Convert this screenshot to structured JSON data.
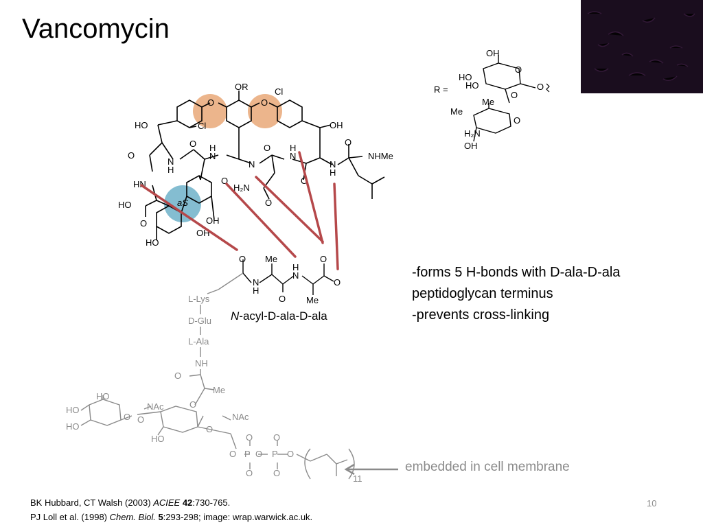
{
  "slide": {
    "title": "Vancomycin",
    "number": "10"
  },
  "bullets": [
    "-forms 5 H-bonds with D-ala-D-ala",
    "peptidoglycan terminus",
    "-prevents cross-linking"
  ],
  "labels": {
    "substrate_italic": "N",
    "substrate_rest": "-acyl-D-ala-D-ala",
    "membrane": "embedded in cell membrane"
  },
  "references": [
    {
      "pre": "BK Hubbard, CT Walsh (2003) ",
      "journal": "ACIEE",
      "bold": " 42",
      "post": ":730-765."
    },
    {
      "pre": "PJ Loll et al. (1998) ",
      "journal": "Chem. Biol.",
      "bold": " 5",
      "post": ":293-298; image: wrap.warwick.ac.uk."
    }
  ],
  "atoms": {
    "OR": "OR",
    "Cl1": "Cl",
    "Cl2": "Cl",
    "O": "O",
    "HO": "HO",
    "OH": "OH",
    "H": "H",
    "N": "N",
    "HN": "HN",
    "NHMe": "NHMe",
    "H2N": "H₂N",
    "aS": "aS",
    "Me": "Me",
    "Rlabel": "R =",
    "NAc": "NAc",
    "LLys": "L-Lys",
    "DGlu": "D-Glu",
    "LAla": "L-Ala",
    "NH": "NH",
    "P": "P",
    "sub11": "11"
  },
  "colors": {
    "hbond": "#b5484a",
    "orange": "#e9a878",
    "blue": "#6fb2c9",
    "grey": "#8a8a8a"
  }
}
